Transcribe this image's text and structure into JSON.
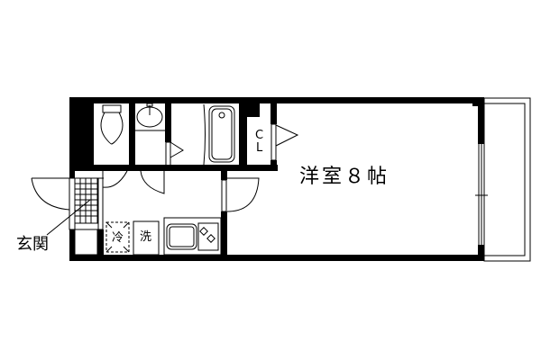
{
  "plan": {
    "main_room": "洋室８帖",
    "entrance": "玄関",
    "closet_top": "C",
    "closet_bottom": "L",
    "fridge": "冷",
    "washer": "洗"
  },
  "colors": {
    "wall": "#000000",
    "background": "#ffffff"
  },
  "icons": [
    "toilet-icon",
    "sink-icon",
    "bathtub-icon",
    "stove-icon",
    "kitchen-sink-icon",
    "door-swing-icon",
    "window-icon",
    "tile-grid-icon"
  ]
}
